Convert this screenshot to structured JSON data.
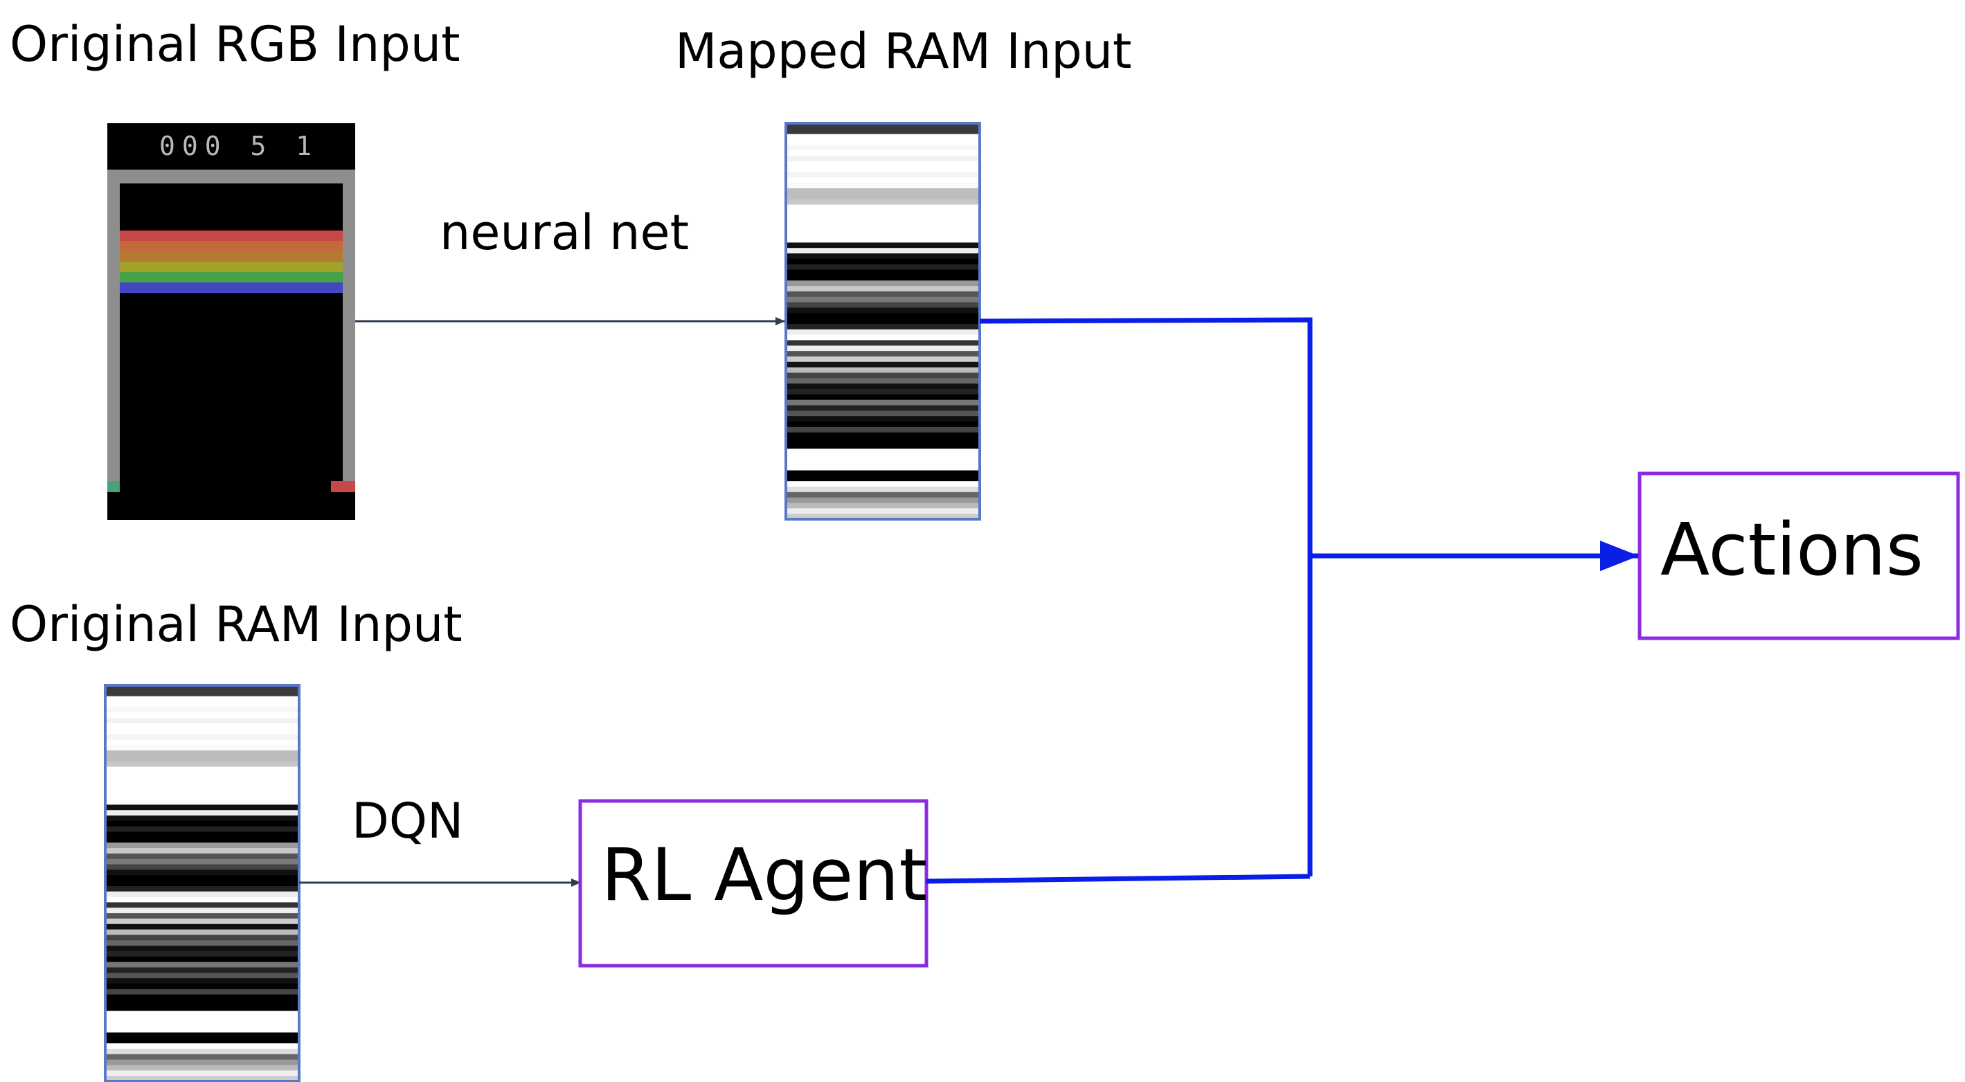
{
  "labels": {
    "original_rgb": "Original RGB Input",
    "mapped_ram": "Mapped RAM Input",
    "original_ram": "Original RAM Input",
    "neural_net": "neural net",
    "dqn": "DQN",
    "rl_agent": "RL Agent",
    "actions": "Actions"
  },
  "game_screen": {
    "score_text": "000 5 1",
    "brick_row_colors": [
      "#c8484a",
      "#c46a3a",
      "#b47a32",
      "#a2a22a",
      "#48a048",
      "#4248c4"
    ],
    "wall_color": "#8e8e8e",
    "background_color": "#000000"
  },
  "ram_strip_pattern": [
    "#3a3a3a",
    "#3a3a3a",
    "#ffffff",
    "#ffffff",
    "#f7f7f7",
    "#ffffff",
    "#f2f2f2",
    "#ffffff",
    "#ffffff",
    "#f4f4f4",
    "#ffffff",
    "#fafafa",
    "#bdbdbd",
    "#bdbdbd",
    "#c7c7c7",
    "#ffffff",
    "#ffffff",
    "#ffffff",
    "#ffffff",
    "#ffffff",
    "#ffffff",
    "#ffffff",
    "#111111",
    "#eeeeee",
    "#111111",
    "#000000",
    "#222222",
    "#000000",
    "#000000",
    "#9a9a9a",
    "#c8c8c8",
    "#555555",
    "#7a7a7a",
    "#444444",
    "#111111",
    "#000000",
    "#000000",
    "#222222",
    "#eeeeee",
    "#ffffff",
    "#333333",
    "#eeeeee",
    "#555555",
    "#cccccc",
    "#111111",
    "#bbbbbb",
    "#444444",
    "#666666",
    "#111111",
    "#222222",
    "#000000",
    "#777777",
    "#222222",
    "#555555",
    "#111111",
    "#000000",
    "#444444",
    "#000000",
    "#000000",
    "#000000",
    "#ffffff",
    "#ffffff",
    "#ffffff",
    "#ffffff",
    "#000000",
    "#000000",
    "#ffffff",
    "#dddddd",
    "#666666",
    "#999999",
    "#bbbbbb",
    "#eeeeee",
    "#cccccc"
  ],
  "colors": {
    "box_border": "#8a2be2",
    "flow_line": "#0a1ee6",
    "thin_arrow": "#2f3e4e",
    "strip_border": "#5a78c8"
  }
}
